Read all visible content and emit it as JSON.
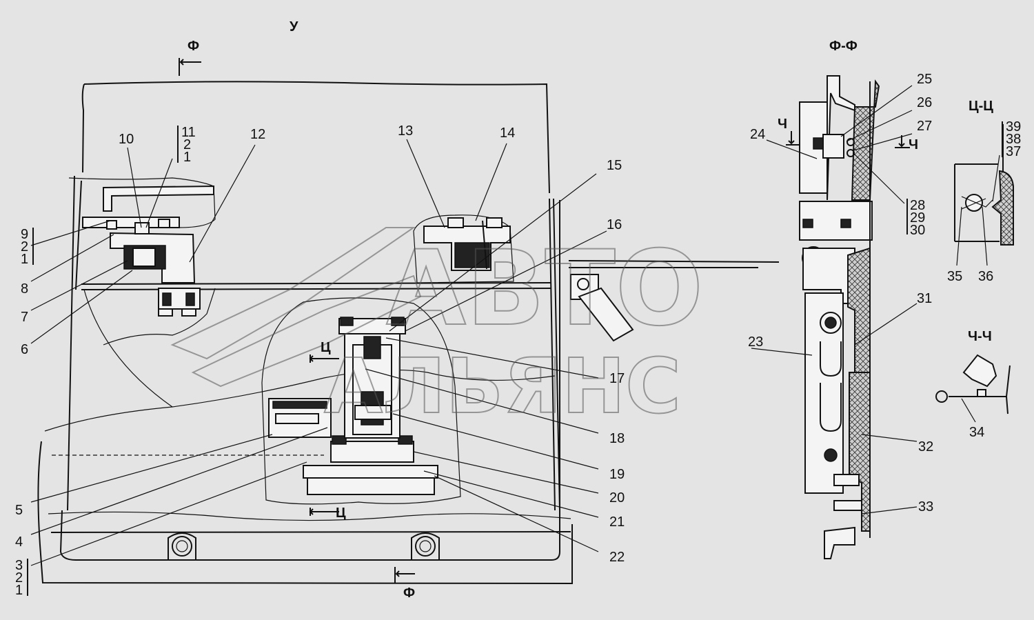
{
  "sections": {
    "view_y": "У",
    "phi_top": "Ф",
    "phi_bottom": "Ф",
    "phi_phi": "Ф-Ф",
    "ts_ts": "Ц-Ц",
    "ch_ch": "Ч-Ч",
    "ts_upper": "Ц",
    "ts_lower": "Ц",
    "ch_left": "Ч",
    "ch_right": "Ч"
  },
  "watermark": {
    "line1": "АВТО",
    "line2": "АЛЬЯНС"
  },
  "labels": {
    "p1": "1",
    "p2": "2",
    "p3": "3",
    "p4": "4",
    "p5": "5",
    "p6": "6",
    "p7": "7",
    "p8": "8",
    "p9": "9",
    "p10": "10",
    "p11": "11",
    "p12": "12",
    "p13": "13",
    "p14": "14",
    "p15": "15",
    "p16": "16",
    "p17": "17",
    "p18": "18",
    "p19": "19",
    "p20": "20",
    "p21": "21",
    "p22": "22",
    "p23": "23",
    "p24": "24",
    "p25": "25",
    "p26": "26",
    "p27": "27",
    "p28": "28",
    "p29": "29",
    "p30": "30",
    "p31": "31",
    "p32": "32",
    "p33": "33",
    "p34": "34",
    "p35": "35",
    "p36": "36",
    "p37": "37",
    "p38": "38",
    "p39": "39"
  },
  "groups": {
    "g11_2_1": [
      "11",
      "2",
      "1"
    ],
    "g9_2_1": [
      "9",
      "2",
      "1"
    ],
    "g3_2_1": [
      "3",
      "2",
      "1"
    ],
    "g28_29_30": [
      "28",
      "29",
      "30"
    ],
    "g39_38_37": [
      "39",
      "38",
      "37"
    ]
  }
}
